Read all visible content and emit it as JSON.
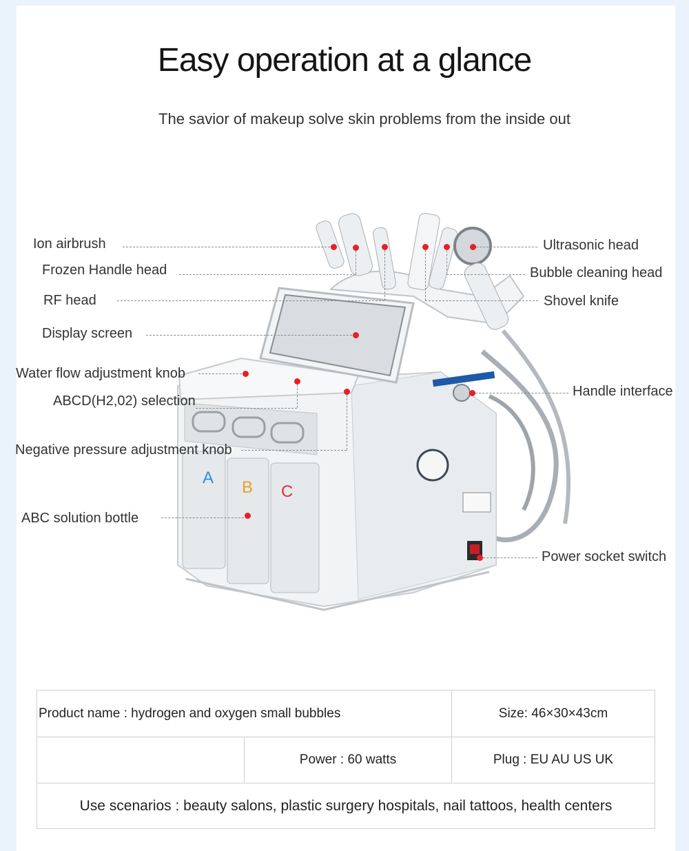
{
  "header": {
    "title": "Easy operation at a glance",
    "subtitle": "The savior of makeup solve skin problems from the inside out"
  },
  "labels": {
    "ion_airbrush": "Ion airbrush",
    "frozen_handle_head": "Frozen Handle head",
    "rf_head": "RF  head",
    "display_screen": "Display screen",
    "water_flow_knob": "Water flow adjustment knob",
    "abcd_selection": "ABCD(H2,02) selection",
    "negative_pressure_knob": "Negative pressure adjustment knob",
    "abc_solution_bottle": "ABC solution bottle",
    "ultrasonic_head": "Ultrasonic head",
    "bubble_cleaning_head": "Bubble cleaning head",
    "shovel_knife": "Shovel knife",
    "handle_interface": "Handle interface",
    "power_socket_switch": "Power socket switch"
  },
  "bottles": {
    "a": "A",
    "b": "B",
    "c": "C"
  },
  "colors": {
    "marker": "#e5202a",
    "bottle_a": "#2c8fd6",
    "bottle_b": "#e1a323",
    "bottle_c": "#d8333a"
  },
  "specs": {
    "product_name": "Product name :  hydrogen and oxygen small bubbles",
    "size": "Size: 46×30×43cm",
    "power": "Power : 60 watts",
    "plug": "Plug : EU AU US UK",
    "scenarios": "Use scenarios : beauty salons, plastic surgery hospitals, nail tattoos, health centers"
  }
}
